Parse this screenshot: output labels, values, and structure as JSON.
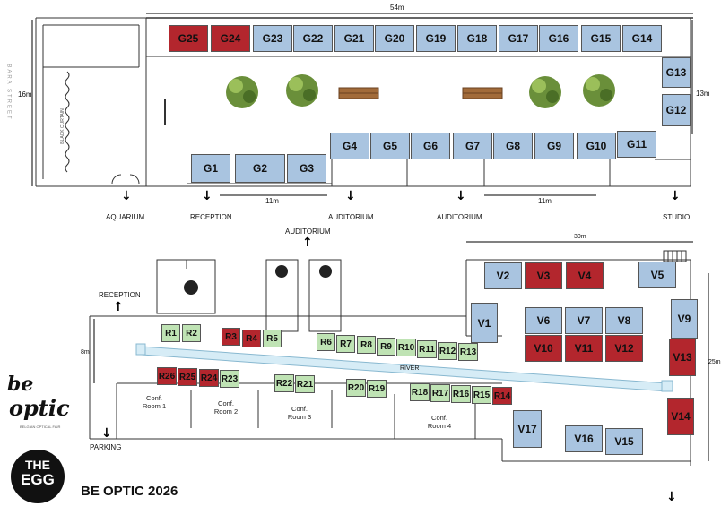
{
  "top_plan": {
    "width_dim": "54m",
    "height_dim_left": "16m",
    "height_dim_right": "13m",
    "dim_lower_left": "11m",
    "dim_lower_right": "11m",
    "street_label": "BARA STREET",
    "curtain_label": "BLACK CURTAIN",
    "exits": [
      "AQUARIUM",
      "RECEPTION",
      "AUDITORIUM",
      "AUDITORIUM",
      "STUDIO"
    ],
    "booths_top_row": [
      "G25",
      "G24",
      "G23",
      "G22",
      "G21",
      "G20",
      "G19",
      "G18",
      "G17",
      "G16",
      "G15",
      "G14"
    ],
    "booths_right": [
      "G13",
      "G12"
    ],
    "booths_mid_row": [
      "G4",
      "G5",
      "G6",
      "G7",
      "G8",
      "G9",
      "G10",
      "G11"
    ],
    "booths_bottom": [
      "G1",
      "G2",
      "G3"
    ],
    "reserved": [
      "G25",
      "G24"
    ]
  },
  "bottom_plan": {
    "auditorium_label": "AUDITORIUM",
    "reception_label": "RECEPTION",
    "parking_label": "PARKING",
    "width_dim": "30m",
    "height_dim_left": "8m",
    "height_dim_right": "25m",
    "river_label": "RIVER",
    "conf_rooms": [
      "Conf.\nRoom 1",
      "Conf.\nRoom 2",
      "Conf.\nRoom 3",
      "Conf.\nRoom 4"
    ],
    "r_upper": [
      "R1",
      "R2",
      "R3",
      "R4",
      "R5",
      "R6",
      "R7",
      "R8",
      "R9",
      "R10",
      "R11",
      "R12",
      "R13"
    ],
    "r_lower": [
      "R26",
      "R25",
      "R24",
      "R23",
      "R22",
      "R21",
      "R20",
      "R19",
      "R18",
      "R17",
      "R16",
      "R15",
      "R14"
    ],
    "v_booths": [
      "V1",
      "V2",
      "V3",
      "V4",
      "V5",
      "V6",
      "V7",
      "V8",
      "V9",
      "V10",
      "V11",
      "V12",
      "V13",
      "V14",
      "V15",
      "V16",
      "V17"
    ],
    "reserved": [
      "R3",
      "R4",
      "R26",
      "R25",
      "R24",
      "R14",
      "V3",
      "V4",
      "V10",
      "V11",
      "V12",
      "V13",
      "V14"
    ]
  },
  "branding": {
    "logo_be": "be",
    "logo_optic": "optic",
    "logo_tagline": "BELGIAN OPTICAL FAIR",
    "egg_line1": "THE",
    "egg_line2": "EGG",
    "event_title": "BE OPTIC 2026"
  },
  "colors": {
    "available_g_v": "#a9c4e0",
    "available_r": "#bfe3b4",
    "reserved": "#b3262d",
    "river": "#d6ecf6",
    "trees": "#6a8f3a"
  }
}
